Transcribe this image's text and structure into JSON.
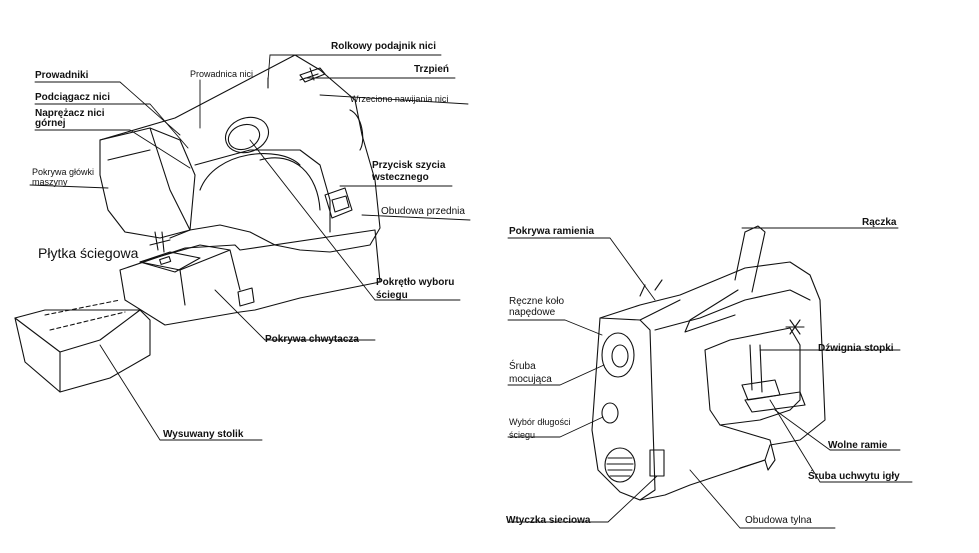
{
  "left_machine": {
    "labels": {
      "rolkowy_podajnik": "Rolkowy podajnik nici",
      "trzpien": "Trzpień",
      "prowadnica_nici": "Prowadnica nici",
      "wrzeciono": "Wrzeciono nawijania nici",
      "prowadniki": "Prowadniki",
      "podciagacz": "Podciągacz nici",
      "naprezacz_line1": "Naprężacz nici",
      "naprezacz_line2": "górnej",
      "pokrywa_glowki_line1": "Pokrywa główki",
      "pokrywa_glowki_line2": "maszyny",
      "przycisk_line1": "Przycisk szycia",
      "przycisk_line2": "wstecznego",
      "obudowa_przednia": "Obudowa przednia",
      "plytka": "Płytka ściegowa",
      "pokretlo_line1": "Pokrętło wyboru",
      "pokretlo_line2": "ściegu",
      "pokrywa_chwytacza": "Pokrywa chwytacza",
      "wysuwany_stolik": "Wysuwany stolik"
    }
  },
  "right_machine": {
    "labels": {
      "pokrywa_ramienia": "Pokrywa ramienia",
      "raczka": "Rączka",
      "reczne_kolo_line1": "Ręczne koło",
      "reczne_kolo_line2": "napędowe",
      "dzwignia": "Dźwignia stopki",
      "sruba_mocujaca_line1": "Śruba",
      "sruba_mocujaca_line2": "mocująca",
      "wybor_dlugosci_line1": "Wybór długości",
      "wybor_dlugosci_line2": "ściegu",
      "wolne_ramie": "Wolne ramie",
      "sruba_uchwytu": "Śruba uchwytu igły",
      "wtyczka": "Wtyczka sieciowa",
      "obudowa_tylna": "Obudowa tylna"
    }
  }
}
